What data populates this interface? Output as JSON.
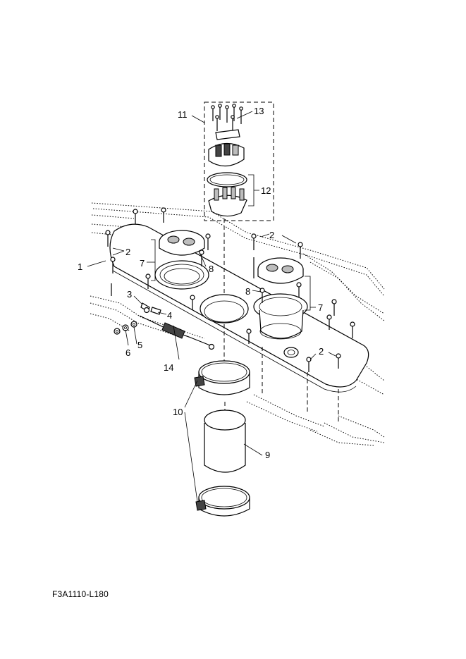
{
  "diagram_code": "F3A1110-L180",
  "callouts": [
    {
      "id": "c1",
      "text": "1"
    },
    {
      "id": "c2a",
      "text": "2"
    },
    {
      "id": "c2b",
      "text": "2"
    },
    {
      "id": "c2c",
      "text": "2"
    },
    {
      "id": "c3",
      "text": "3"
    },
    {
      "id": "c4",
      "text": "4"
    },
    {
      "id": "c5",
      "text": "5"
    },
    {
      "id": "c6",
      "text": "6"
    },
    {
      "id": "c7a",
      "text": "7"
    },
    {
      "id": "c7b",
      "text": "7"
    },
    {
      "id": "c8a",
      "text": "8"
    },
    {
      "id": "c8b",
      "text": "8"
    },
    {
      "id": "c9",
      "text": "9"
    },
    {
      "id": "c10",
      "text": "10"
    },
    {
      "id": "c11",
      "text": "11"
    },
    {
      "id": "c12",
      "text": "12"
    },
    {
      "id": "c13",
      "text": "13"
    },
    {
      "id": "c14",
      "text": "14"
    }
  ]
}
